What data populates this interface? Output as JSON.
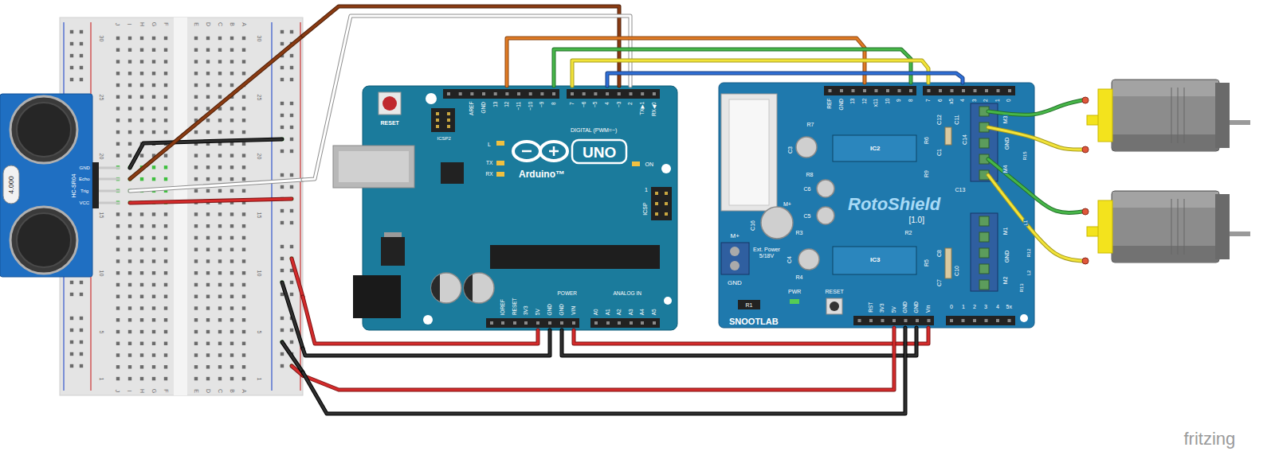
{
  "diagram": {
    "nodes": [
      {
        "text": [
          "J",
          "I",
          "H",
          "G",
          "F",
          "E",
          "D",
          "C",
          "B",
          "A",
          "J",
          "I",
          "H",
          "G",
          "F",
          "E",
          "D",
          "C",
          "B",
          "A",
          "30",
          "25",
          "20",
          "15",
          "10",
          "5",
          "1",
          "30",
          "25",
          "20",
          "15",
          "10",
          "5",
          "1"
        ]
      },
      {
        "text": [
          "4.000",
          "HC-SR04",
          "GND",
          "Echo",
          "Trig",
          "VCC"
        ]
      },
      {
        "text": [
          "RESET",
          "ICSP2",
          "AREF",
          "GND",
          "13",
          "12",
          "~11",
          "~10",
          "~9",
          "8",
          "7",
          "~6",
          "~5",
          "4",
          "~3",
          "2",
          "TX▶1",
          "RX◀0",
          "DIGITAL (PWM=~)",
          "L",
          "TX",
          "RX",
          "ON",
          "Arduino™",
          "UNO",
          "1",
          "ICSP",
          "IOREF",
          "RESET",
          "3V3",
          "5V",
          "GND",
          "GND",
          "VIN",
          "POWER",
          "ANALOG IN",
          "A0",
          "A1",
          "A2",
          "A3",
          "A4",
          "A5"
        ]
      },
      {
        "text": [
          "REF",
          "GND",
          "13",
          "12",
          "x11",
          "10",
          "9",
          "8",
          "7",
          "6",
          "x5",
          "4",
          "3",
          "2",
          "1",
          "0",
          "R7",
          "C3",
          "IC2",
          "R6",
          "R9",
          "R8",
          "C1",
          "C12",
          "C11",
          "C14",
          "C6",
          "C5",
          "C13",
          "RotoShield",
          "[1.0]",
          "C16",
          "M+",
          "R3",
          "C4",
          "R4",
          "IC3",
          "R2",
          "R5",
          "C8",
          "C7",
          "C10",
          "M+",
          "GND",
          "Ext. Power 5/18V",
          "R1",
          "PWR",
          "RESET",
          "SNOOTLAB",
          "RST",
          "3V3",
          "5V",
          "GND",
          "GND",
          "Vin",
          "M3",
          "GND",
          "M4",
          "M1",
          "GND",
          "M2",
          "R15",
          "L1",
          "R12",
          "R13",
          "L2",
          "0",
          "1",
          "2",
          "3",
          "4",
          "5x"
        ]
      }
    ],
    "edges": [
      {
        "from": 0,
        "to": 2,
        "arrow": "none"
      },
      {
        "from": 0,
        "to": 2,
        "arrow": "none"
      },
      {
        "from": 2,
        "to": 3,
        "arrow": "none"
      },
      {
        "from": 2,
        "to": 3,
        "arrow": "none"
      },
      {
        "from": 2,
        "to": 3,
        "arrow": "none"
      },
      {
        "from": 2,
        "to": 3,
        "arrow": "none"
      },
      {
        "from": 0,
        "to": 2,
        "arrow": "none"
      },
      {
        "from": 0,
        "to": 2,
        "arrow": "none"
      },
      {
        "from": 2,
        "to": 3,
        "arrow": "none"
      },
      {
        "from": 2,
        "to": 3,
        "arrow": "none"
      },
      {
        "from": 0,
        "to": 3,
        "arrow": "none"
      },
      {
        "from": 0,
        "to": 3,
        "arrow": "none"
      }
    ],
    "labels": [
      "fritzing"
    ]
  }
}
